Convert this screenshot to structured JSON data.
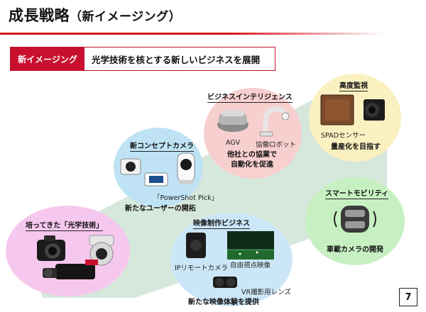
{
  "header": {
    "title_main": "成長戦略",
    "title_sub": "（新イメージング）"
  },
  "banner": {
    "tag": "新イメージング",
    "message": "光学技術を核とする新しいビジネスを展開"
  },
  "bubbles": {
    "optical": {
      "label": "培ってきた「光学技術」"
    },
    "concept": {
      "label": "新コンセプトカメラ",
      "product": "「PowerShot Pick」",
      "caption": "新たなユーザーの開拓"
    },
    "business_intel": {
      "label": "ビジネスインテリジェンス",
      "item1": "AGV",
      "item2": "協働ロボット",
      "caption_line1": "他社との協業で",
      "caption_line2": "自動化を促進"
    },
    "surveillance": {
      "label": "高度監視",
      "item": "SPADセンサー",
      "caption": "量産化を目指す"
    },
    "mobility": {
      "label": "スマートモビリティ",
      "caption": "車載カメラの開発"
    },
    "video": {
      "label": "映像制作ビジネス",
      "item1": "IPリモートカメラ",
      "item2": "自由視点映像",
      "item3": "VR撮影用レンズ",
      "caption": "新たな映像体験を提供"
    }
  },
  "page": {
    "number": "7"
  },
  "colors": {
    "accent_red": "#c8102e",
    "band": "#cfe3d6",
    "optical_bubble": "#f6c8ee",
    "concept_bubble": "#bfe3f5",
    "bi_bubble": "#f8cfcf",
    "surveillance_bubble": "#fbf0c0",
    "mobility_bubble": "#c7f0c2",
    "video_bubble": "#cbe6f6"
  }
}
